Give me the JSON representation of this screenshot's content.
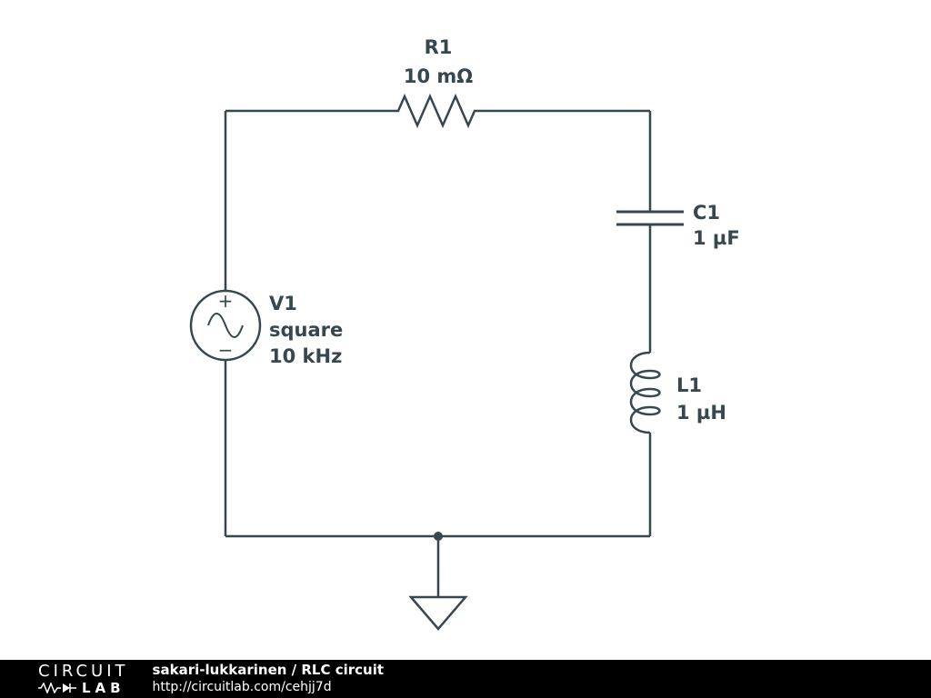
{
  "colors": {
    "schematic": "#37474F",
    "background": "#FFFFFF",
    "footer_background": "#000000",
    "footer_text": "#FFFFFF"
  },
  "components": {
    "voltage_source": {
      "ref": "V1",
      "waveform": "square",
      "frequency": "10 kHz",
      "plus": "+",
      "minus": "−"
    },
    "resistor": {
      "ref": "R1",
      "value": "10 mΩ"
    },
    "capacitor": {
      "ref": "C1",
      "value": "1 µF"
    },
    "inductor": {
      "ref": "L1",
      "value": "1 µH"
    }
  },
  "footer": {
    "logo_top": "CIRCUIT",
    "logo_bottom": "LAB",
    "author": "sakari-lukkarinen",
    "separator": " / ",
    "circuit_title": "RLC circuit",
    "url": "http://circuitlab.com/cehjj7d"
  }
}
